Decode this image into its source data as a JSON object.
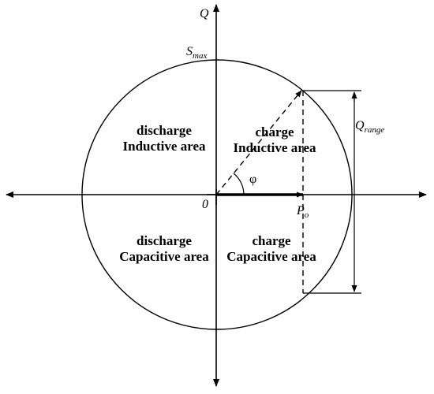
{
  "axes": {
    "q_label": "Q",
    "origin_label": "0"
  },
  "labels": {
    "smax_main": "S",
    "smax_sub": "max",
    "qrange_main": "Q",
    "qrange_sub": "range",
    "po_main": "P",
    "po_sub": "o",
    "phi": "φ"
  },
  "regions": {
    "upper_left": {
      "line1": "discharge",
      "line2": "Inductive area"
    },
    "upper_right": {
      "line1": "charge",
      "line2": "Inductive area"
    },
    "lower_left": {
      "line1": "discharge",
      "line2": "Capacitive area"
    },
    "lower_right": {
      "line1": "charge",
      "line2": "Capacitive area"
    }
  }
}
